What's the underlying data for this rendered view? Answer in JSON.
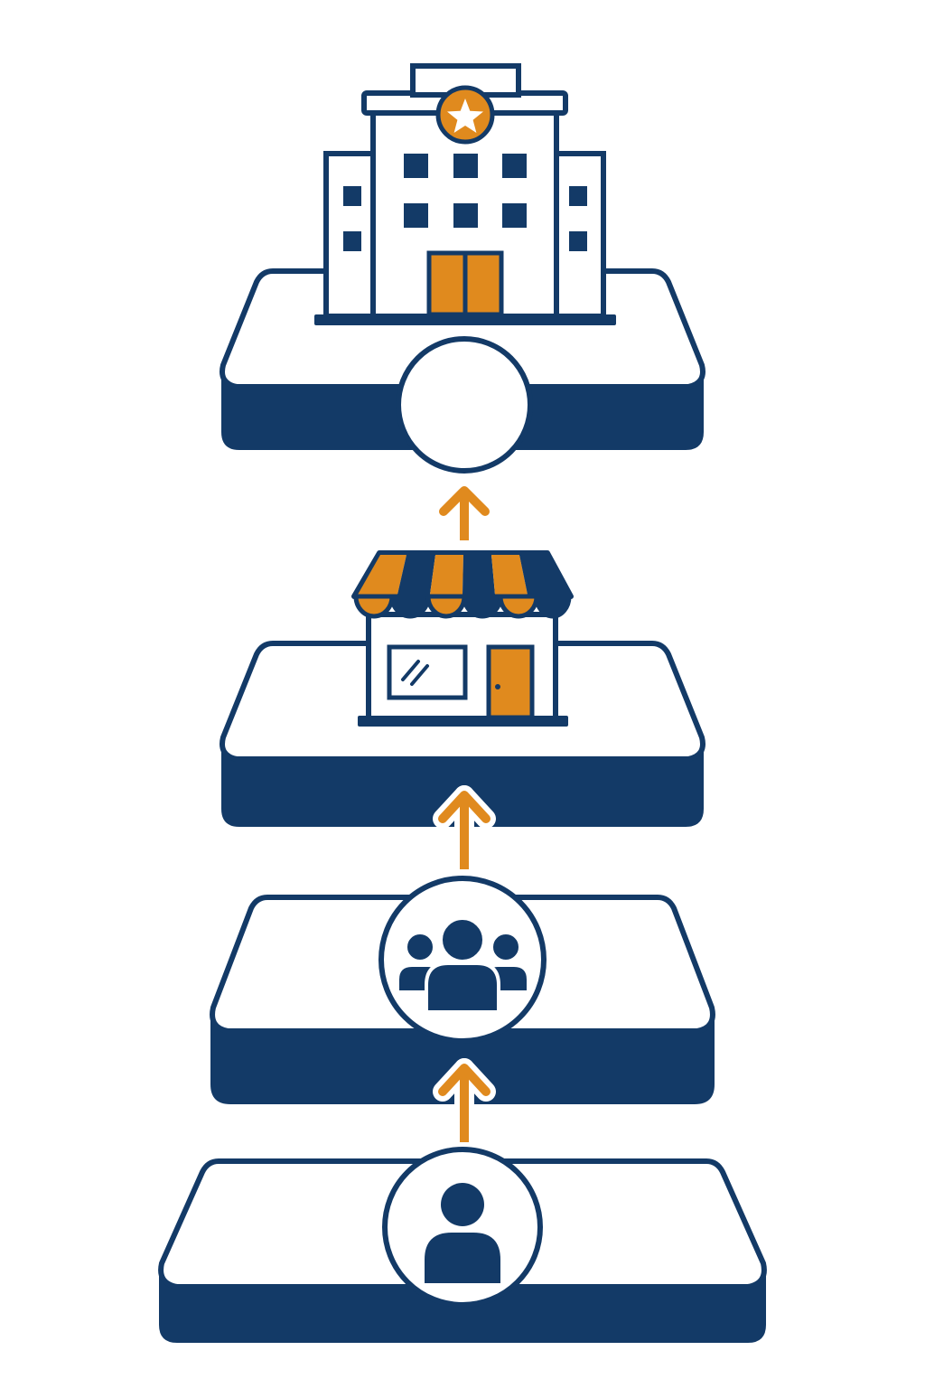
{
  "colors": {
    "navy": "#133a67",
    "orange": "#e08a1e",
    "background": "#ffffff"
  },
  "diagram": {
    "direction": "bottom-to-top",
    "levels": [
      {
        "id": "individual",
        "icon": "person-icon"
      },
      {
        "id": "group",
        "icon": "group-icon"
      },
      {
        "id": "store",
        "icon": "storefront-icon"
      },
      {
        "id": "headquarters",
        "icon": "office-building-star-icon",
        "badge": "star-icon"
      }
    ],
    "connectors": [
      {
        "from": "individual",
        "to": "group",
        "icon": "arrow-up-icon"
      },
      {
        "from": "group",
        "to": "store",
        "icon": "arrow-up-icon"
      },
      {
        "from": "store",
        "to": "headquarters",
        "icon": "arrow-up-icon"
      }
    ]
  }
}
